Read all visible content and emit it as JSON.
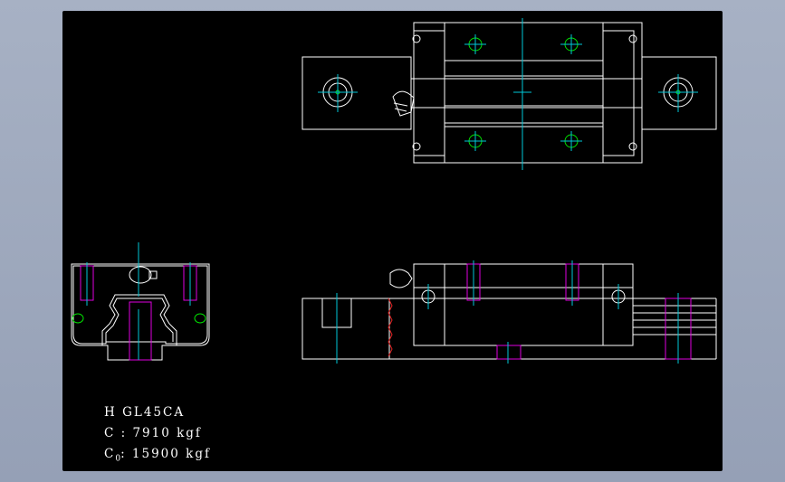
{
  "specs": {
    "model": "H GL45CA",
    "dynamic_load": "C : 7910 kgf",
    "static_load_symbol": "C",
    "static_load_subscript": "0",
    "static_load_value": ": 15900 kgf"
  },
  "colors": {
    "background": "#000000",
    "outline": "#ffffff",
    "centerline": "#00c8d8",
    "hidden_bolt": "#e000e0",
    "grease_fitting": "#00e000",
    "break_line": "#e02020"
  },
  "views": [
    "top-view",
    "end-view",
    "side-view"
  ]
}
